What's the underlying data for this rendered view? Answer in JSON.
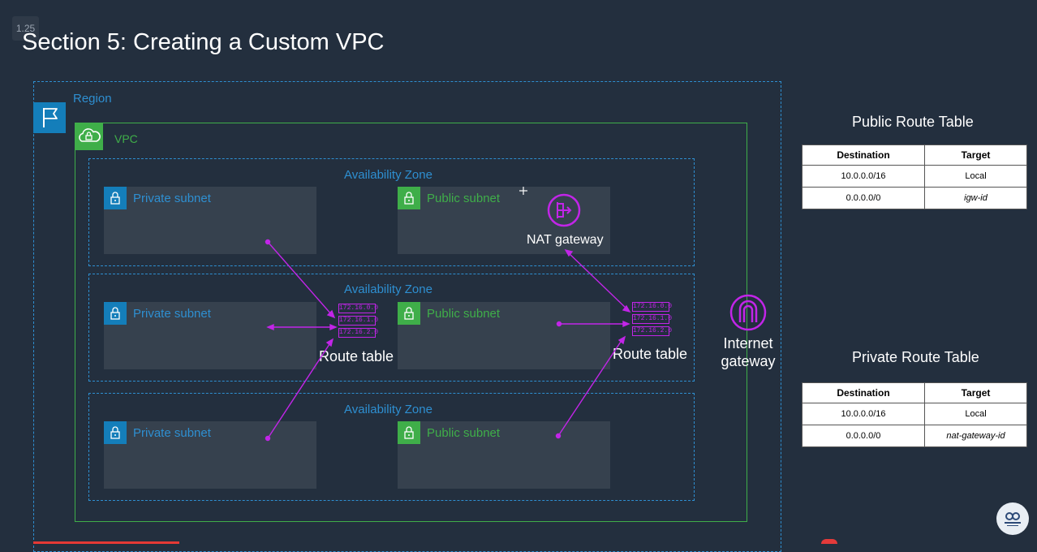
{
  "speed_badge": "1.25",
  "slide_title": "Section 5: Creating a Custom VPC",
  "region": {
    "label": "Region"
  },
  "vpc": {
    "label": "VPC"
  },
  "availability_zones": [
    {
      "label": "Availability Zone",
      "private_subnet": "Private subnet",
      "public_subnet": "Public subnet"
    },
    {
      "label": "Availability Zone",
      "private_subnet": "Private subnet",
      "public_subnet": "Public subnet"
    },
    {
      "label": "Availability Zone",
      "private_subnet": "Private subnet",
      "public_subnet": "Public subnet"
    }
  ],
  "nat_gateway": {
    "label": "NAT gateway"
  },
  "internet_gateway": {
    "line1": "Internet",
    "line2": "gateway"
  },
  "route_tables": [
    {
      "label": "Route table",
      "entries": [
        "172.16.0.0",
        "172.16.1.0",
        "172.16.2.0"
      ]
    },
    {
      "label": "Route table",
      "entries": [
        "172.16.0.0",
        "172.16.1.0",
        "172.16.2.0"
      ]
    }
  ],
  "public_route_table": {
    "title": "Public Route Table",
    "headers": [
      "Destination",
      "Target"
    ],
    "rows": [
      [
        "10.0.0.0/16",
        "Local"
      ],
      [
        "0.0.0.0/0",
        "igw-id"
      ]
    ]
  },
  "private_route_table": {
    "title": "Private Route Table",
    "headers": [
      "Destination",
      "Target"
    ],
    "rows": [
      [
        "10.0.0.0/16",
        "Local"
      ],
      [
        "0.0.0.0/0",
        "nat-gateway-id"
      ]
    ]
  },
  "colors": {
    "background": "#232f3e",
    "region_blue": "#2e8fd1",
    "vpc_green": "#3fae49",
    "route_purple": "#c225e8",
    "subnet_fill": "#36414e"
  },
  "icons": [
    "flag-icon",
    "cloud-lock-icon",
    "lock-icon",
    "nat-gateway-icon",
    "internet-gateway-icon",
    "route-table-icon"
  ]
}
